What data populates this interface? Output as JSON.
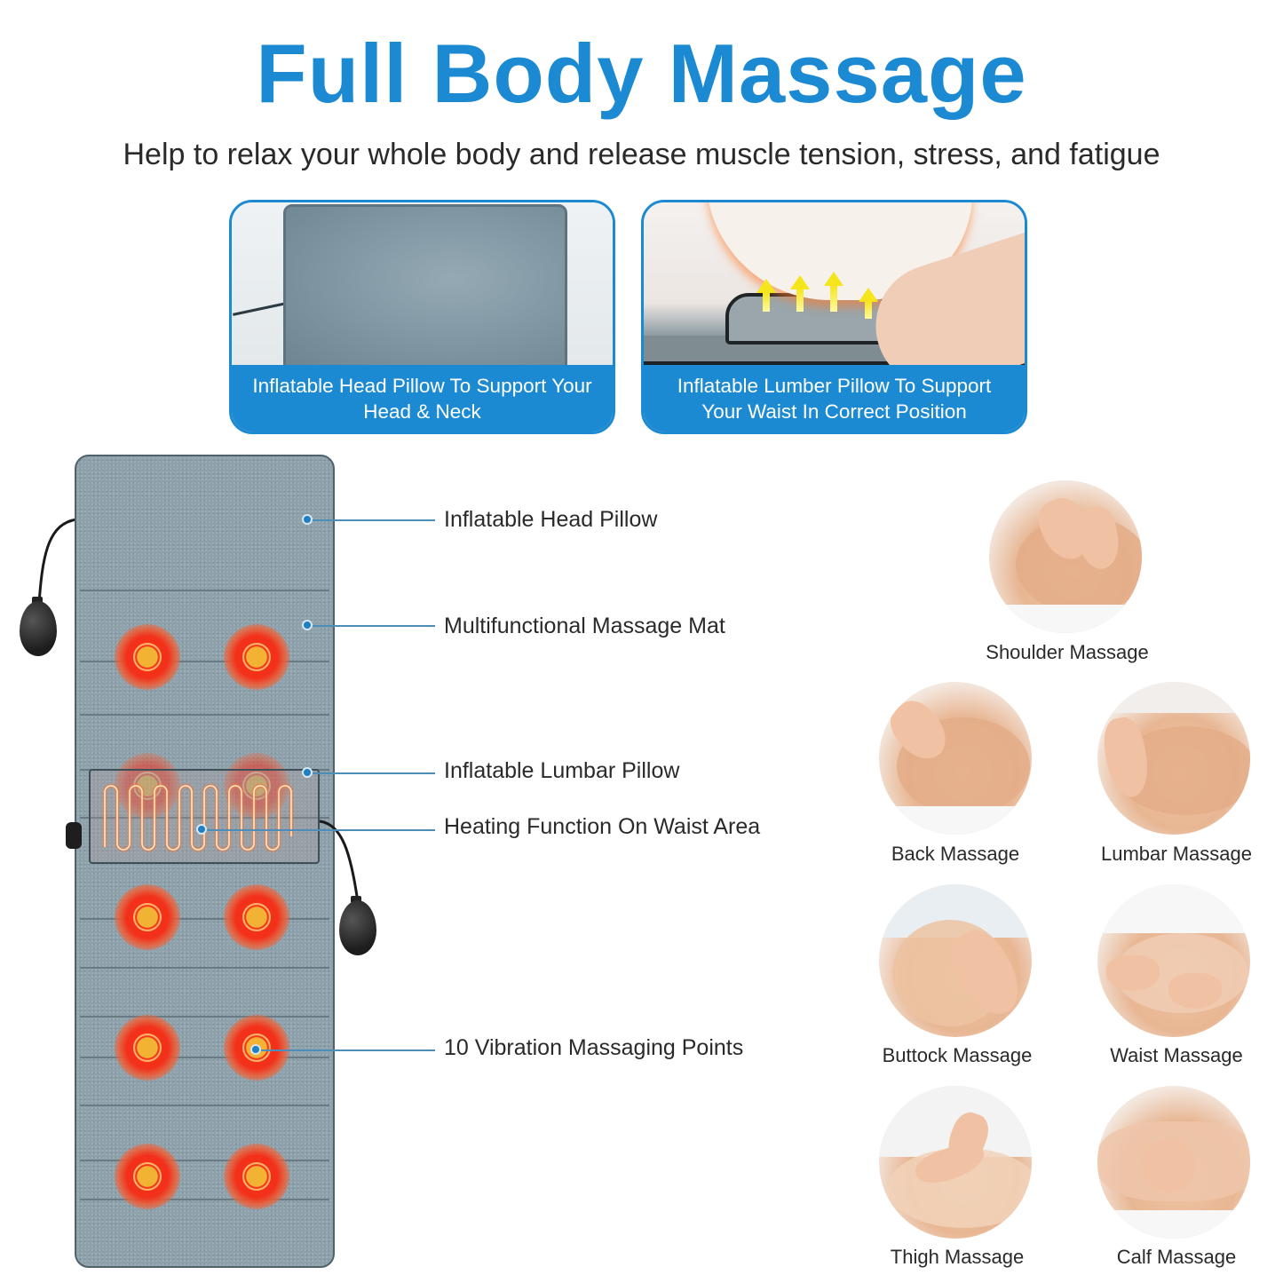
{
  "header": {
    "title": "Full Body Massage",
    "subtitle": "Help to relax your whole body and release muscle tension, stress, and fatigue",
    "accent_color": "#1c8ad2"
  },
  "feature_cards": [
    {
      "caption_line1": "Inflatable Head Pillow To Support Your",
      "caption_line2": "Head & Neck",
      "image": "head-pillow-photo"
    },
    {
      "caption_line1": "Inflatable Lumber Pillow To Support",
      "caption_line2": "Your Waist In Correct Position",
      "image": "lumbar-pillow-photo"
    }
  ],
  "mat_diagram": {
    "vibration_points": 10,
    "callouts": [
      {
        "label": "Inflatable Head Pillow"
      },
      {
        "label": "Multifunctional Massage Mat"
      },
      {
        "label": "Inflatable Lumbar Pillow"
      },
      {
        "label": "Heating Function On Waist Area"
      },
      {
        "label": "10 Vibration Massaging Points"
      }
    ]
  },
  "massage_types": [
    {
      "label": "Shoulder Massage"
    },
    {
      "label": "Back Massage"
    },
    {
      "label": "Lumbar Massage"
    },
    {
      "label": "Buttock Massage"
    },
    {
      "label": "Waist Massage"
    },
    {
      "label": "Thigh Massage"
    },
    {
      "label": "Calf Massage"
    }
  ]
}
